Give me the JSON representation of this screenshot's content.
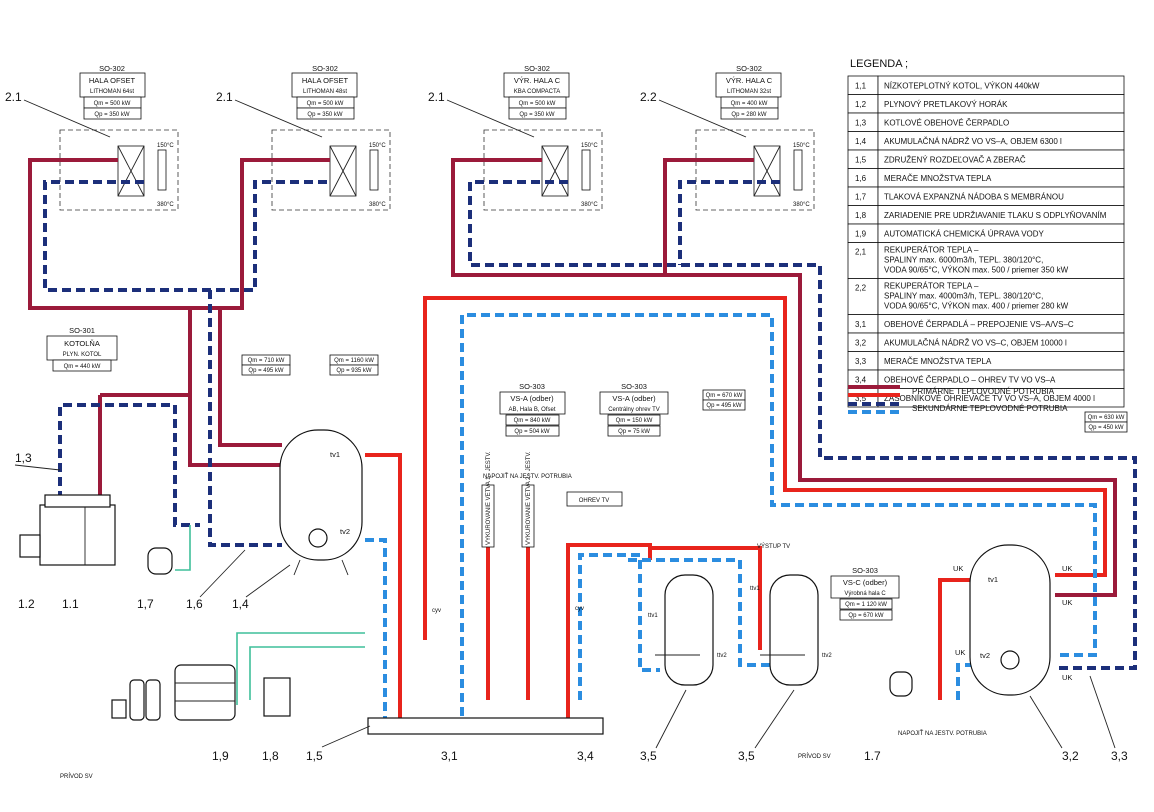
{
  "legend": {
    "title": "LEGENDA ;",
    "rows": [
      {
        "code": "1,1",
        "text": "NÍZKOTEPLOTNÝ KOTOL, VÝKON 440kW"
      },
      {
        "code": "1,2",
        "text": "PLYNOVÝ PRETLAKOVÝ HORÁK"
      },
      {
        "code": "1,3",
        "text": "KOTLOVÉ OBEHOVÉ ČERPADLO"
      },
      {
        "code": "1,4",
        "text": "AKUMULAČNÁ NÁDRŽ VO VS–A, OBJEM 6300 l"
      },
      {
        "code": "1,5",
        "text": "ZDRUŽENÝ ROZDEĽOVAČ A ZBERAČ"
      },
      {
        "code": "1,6",
        "text": "MERAČE MNOŽSTVA TEPLA"
      },
      {
        "code": "1,7",
        "text": "TLAKOVÁ EXPANZNÁ NÁDOBA S MEMBRÁNOU"
      },
      {
        "code": "1,8",
        "text": "ZARIADENIE PRE UDRŽIAVANIE TLAKU S ODPLYŇOVANÍM"
      },
      {
        "code": "1,9",
        "text": "AUTOMATICKÁ CHEMICKÁ ÚPRAVA VODY"
      },
      {
        "code": "2,1",
        "lines": [
          "REKUPERÁTOR TEPLA –",
          "SPALINY max. 6000m3/h, TEPL. 380/120°C,",
          "VODA 90/65°C, VÝKON max. 500 / priemer 350 kW"
        ]
      },
      {
        "code": "2,2",
        "lines": [
          "REKUPERÁTOR TEPLA –",
          "SPALINY max. 4000m3/h, TEPL. 380/120°C,",
          "VODA 90/65°C, VÝKON max. 400 / priemer 280 kW"
        ]
      },
      {
        "code": "3,1",
        "text": "OBEHOVÉ ČERPADLÁ – PREPOJENIE VS–A/VS–C"
      },
      {
        "code": "3,2",
        "text": "AKUMULAČNÁ NÁDRŽ VO VS–C, OBJEM 10000 l"
      },
      {
        "code": "3,3",
        "text": "MERAČE MNOŽSTVA TEPLA"
      },
      {
        "code": "3,4",
        "text": "OBEHOVÉ ČERPADLO – OHREV TV VO VS–A"
      },
      {
        "code": "3,5",
        "text": "ZÁSOBNÍKOVÉ OHRIEVAČE TV VO VS–A, OBJEM 4000 l"
      }
    ],
    "lines": {
      "primary": "PRIMÁRNE TEPLOVODNÉ POTRUBIA",
      "secondary": "SEKUNDÁRNE TEPLOVODNÉ POTRUBIA"
    }
  },
  "objects": [
    {
      "code": "SO-302",
      "l1": "HALA OFSET",
      "l2": "LITHOMAN 64st",
      "qm": "Qm = 500 kW",
      "qp": "Qp = 350 kW",
      "tag": "2.1"
    },
    {
      "code": "SO-302",
      "l1": "HALA OFSET",
      "l2": "LITHOMAN 48st",
      "qm": "Qm = 500 kW",
      "qp": "Qp = 350 kW",
      "tag": "2.1"
    },
    {
      "code": "SO-302",
      "l1": "VÝR. HALA C",
      "l2": "KBA COMPACTA",
      "qm": "Qm = 500 kW",
      "qp": "Qp = 350 kW",
      "tag": "2.1"
    },
    {
      "code": "SO-302",
      "l1": "VÝR. HALA C",
      "l2": "LITHOMAN 32st",
      "qm": "Qm = 400 kW",
      "qp": "Qp = 280 kW",
      "tag": "2.2"
    }
  ],
  "temps": {
    "t150": "150°C",
    "t380": "380°C"
  },
  "kotolna": {
    "code": "SO-301",
    "l1": "KOTOLŇA",
    "l2": "PLYN. KOTOL",
    "qm": "Qm = 440 kW"
  },
  "so303a": {
    "code": "SO-303",
    "l1": "VS-A (odber)",
    "l2": "AB, Hala B, Ofset",
    "qm": "Qm = 840 kW",
    "qp": "Qp = 504 kW"
  },
  "so303b": {
    "code": "SO-303",
    "l1": "VS-A (odber)",
    "l2": "Centrálny ohrev TV",
    "qm": "Qm = 150 kW",
    "qp": "Qp = 75 kW"
  },
  "so303c": {
    "code": "SO-303",
    "l1": "VS-C (odber)",
    "l2": "Výrobná hala C",
    "qm": "Qm = 1 120 kW",
    "qp": "Qp = 670 kW"
  },
  "meters": {
    "m1qm": "Qm = 710 kW",
    "m1qp": "Qp = 495 kW",
    "m2qm": "Qm = 1160 kW",
    "m2qp": "Qp = 935 kW",
    "m3qm": "Qm = 670 kW",
    "m3qp": "Qp = 495 kW",
    "m4qm": "Qm = 630 kW",
    "m4qp": "Qp = 450 kW"
  },
  "labels": {
    "napojit1": "NAPOJIŤ NA JESTV. POTRUBIA",
    "napojit2": "NAPOJIŤ NA JESTV. POTRUBIA",
    "ohrev": "OHREV TV",
    "vystup": "VÝSTUP TV",
    "privod1": "PRÍVOD SV",
    "privod2": "PRÍVOD SV",
    "vyk1": "VYKUROVANIE VETVA 1 - JESTV.",
    "vyk2": "VYKUROVANIE VETVA 2 - JESTV.",
    "tv1": "tv1",
    "tv2": "tv2",
    "ttv1": "ttv1",
    "ttv2": "ttv2",
    "uk": "UK",
    "cyv": "cyv"
  },
  "tags": {
    "t13": "1,3",
    "t12": "1.2",
    "t11": "1.1",
    "t17a": "1,7",
    "t16": "1,6",
    "t14": "1,4",
    "t19": "1,9",
    "t18": "1,8",
    "t15": "1,5",
    "t31": "3,1",
    "t34": "3,4",
    "t35a": "3,5",
    "t35b": "3,5",
    "t17b": "1.7",
    "t32": "3,2",
    "t33": "3,3"
  }
}
